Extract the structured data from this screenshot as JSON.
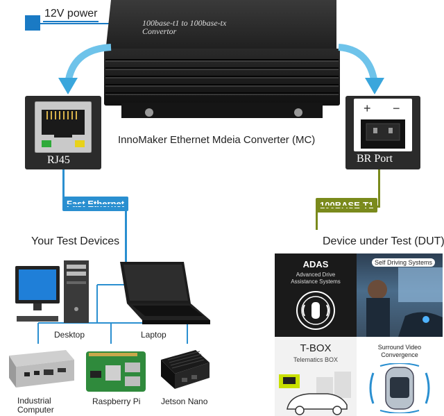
{
  "power": {
    "label": "12V power",
    "color": "#1a7ac4"
  },
  "converter": {
    "line1": "100base-t1 to 100base-tx",
    "line2": "Convertor",
    "caption": "InnoMaker Ethernet Mdeia Converter (MC)"
  },
  "ports": {
    "rj45": {
      "label": "RJ45"
    },
    "br": {
      "label": "BR Port",
      "plus": "+",
      "minus": "−"
    }
  },
  "links": {
    "fast_ethernet": {
      "label": "Fast Ethernet",
      "color": "#2a8fd0"
    },
    "t1": {
      "label": "100BASE-T1",
      "color": "#7a8a1c"
    }
  },
  "test_devices": {
    "title": "Your Test Devices",
    "items": [
      "Desktop",
      "Laptop",
      "Industrial\nComputer",
      "Raspberry Pi",
      "Jetson Nano"
    ]
  },
  "dut": {
    "title": "Device under Test (DUT)",
    "adas": {
      "title": "ADAS",
      "subtitle": "Advanced Drive\nAssistance Systems"
    },
    "self_driving": {
      "title": "Self Driving Systems"
    },
    "tbox": {
      "title": "T-BOX",
      "subtitle": "Telematics BOX"
    },
    "surround": {
      "title": "Surround Video\nConvergence"
    }
  }
}
